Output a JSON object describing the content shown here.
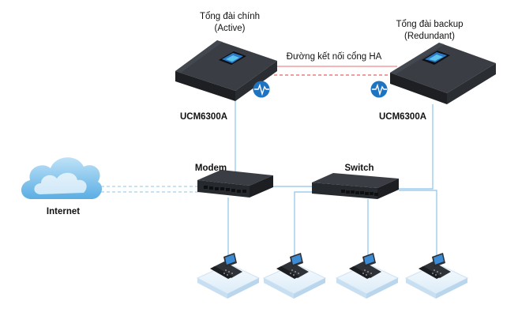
{
  "active_server": {
    "title": "Tổng đài chính",
    "status": "(Active)",
    "model": "UCM6300A"
  },
  "backup_server": {
    "title": "Tổng đài backup",
    "status": "(Redundant)",
    "model": "UCM6300A"
  },
  "ha_link": {
    "label": "Đường kết nối cổng HA"
  },
  "modem": {
    "label": "Modem"
  },
  "switch": {
    "label": "Switch"
  },
  "internet": {
    "label": "Internet"
  },
  "phones_count": 4,
  "colors": {
    "link": "#8cc4ea",
    "ha_red": "#e33b3b",
    "heartbeat": "#1f74c2",
    "device_dark": "#2e3136",
    "cloud": "#8cc8ee"
  },
  "icons": {
    "heartbeat": "heartbeat-pulse-icon",
    "cloud": "cloud-icon",
    "phone": "ip-phone-icon"
  }
}
